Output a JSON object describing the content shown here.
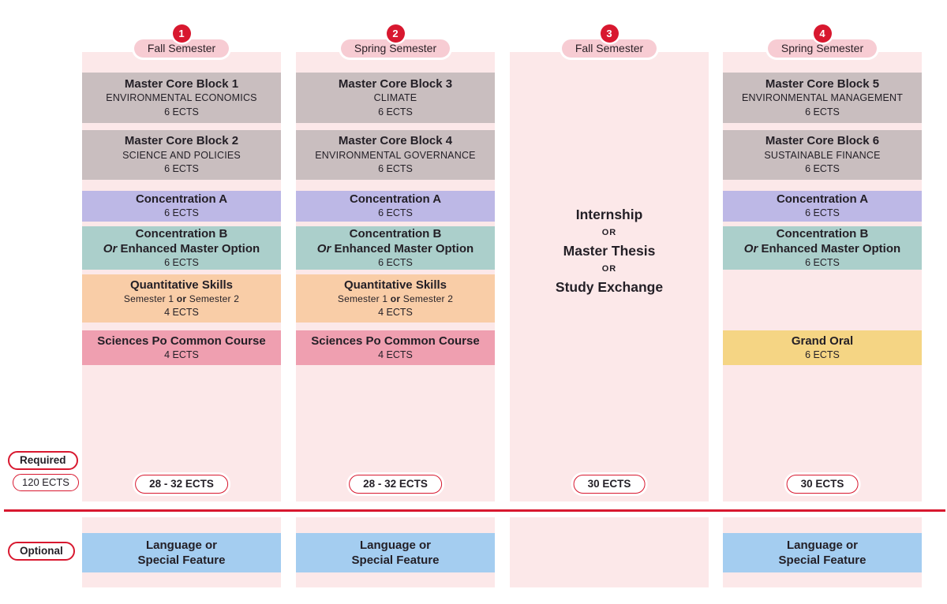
{
  "colors": {
    "accent_red": "#d8182f",
    "column_bg": "#fce8e9",
    "semester_pill_bg": "#f7ccd3",
    "core_block": "#c9bebf",
    "concentration_a": "#bdb8e6",
    "concentration_b": "#abcfcb",
    "quantitative": "#f9cda7",
    "common_course": "#ef9fb0",
    "grand_oral": "#f5d584",
    "optional_block": "#a4cdf0",
    "text_dark": "#231f26"
  },
  "legend": {
    "required": "Required",
    "total": "120 ECTS",
    "optional": "Optional"
  },
  "columns": [
    {
      "number": "1",
      "semester": "Fall Semester",
      "ects_total": "28 - 32 ECTS",
      "blocks": {
        "core_top": {
          "title": "Master Core Block 1",
          "subtitle": "ENVIRONMENTAL ECONOMICS",
          "ects": "6 ECTS"
        },
        "core_bottom": {
          "title": "Master Core Block 2",
          "subtitle": "SCIENCE AND POLICIES",
          "ects": "6 ECTS"
        },
        "conc_a": {
          "title": "Concentration A",
          "ects": "6 ECTS"
        },
        "conc_b": {
          "title": "Concentration B",
          "alt_prefix": "Or",
          "alt_rest": "Enhanced Master Option",
          "ects": "6 ECTS"
        },
        "quant": {
          "title": "Quantitative Skills",
          "sub_left": "Semester 1",
          "sub_or": "or",
          "sub_right": "Semester 2",
          "ects": "4 ECTS"
        },
        "common": {
          "title": "Sciences Po Common Course",
          "ects": "4 ECTS"
        }
      },
      "optional": {
        "line1": "Language or",
        "line2": "Special Feature"
      }
    },
    {
      "number": "2",
      "semester": "Spring Semester",
      "ects_total": "28 - 32 ECTS",
      "blocks": {
        "core_top": {
          "title": "Master Core Block 3",
          "subtitle": "CLIMATE",
          "ects": "6 ECTS"
        },
        "core_bottom": {
          "title": "Master Core Block 4",
          "subtitle": "ENVIRONMENTAL GOVERNANCE",
          "ects": "6 ECTS"
        },
        "conc_a": {
          "title": "Concentration A",
          "ects": "6 ECTS"
        },
        "conc_b": {
          "title": "Concentration B",
          "alt_prefix": "Or",
          "alt_rest": "Enhanced Master Option",
          "ects": "6 ECTS"
        },
        "quant": {
          "title": "Quantitative Skills",
          "sub_left": "Semester 1",
          "sub_or": "or",
          "sub_right": "Semester 2",
          "ects": "4 ECTS"
        },
        "common": {
          "title": "Sciences Po Common Course",
          "ects": "4 ECTS"
        }
      },
      "optional": {
        "line1": "Language or",
        "line2": "Special Feature"
      }
    },
    {
      "number": "3",
      "semester": "Fall Semester",
      "ects_total": "30 ECTS",
      "choice": {
        "option1": "Internship",
        "or1": "OR",
        "option2": "Master Thesis",
        "or2": "OR",
        "option3": "Study Exchange"
      }
    },
    {
      "number": "4",
      "semester": "Spring Semester",
      "ects_total": "30 ECTS",
      "blocks": {
        "core_top": {
          "title": "Master Core Block 5",
          "subtitle": "ENVIRONMENTAL MANAGEMENT",
          "ects": "6 ECTS"
        },
        "core_bottom": {
          "title": "Master Core Block 6",
          "subtitle": "SUSTAINABLE FINANCE",
          "ects": "6 ECTS"
        },
        "conc_a": {
          "title": "Concentration A",
          "ects": "6 ECTS"
        },
        "conc_b": {
          "title": "Concentration B",
          "alt_prefix": "Or",
          "alt_rest": "Enhanced Master Option",
          "ects": "6 ECTS"
        },
        "grand_oral": {
          "title": "Grand Oral",
          "ects": "6 ECTS"
        }
      },
      "optional": {
        "line1": "Language or",
        "line2": "Special Feature"
      }
    }
  ]
}
